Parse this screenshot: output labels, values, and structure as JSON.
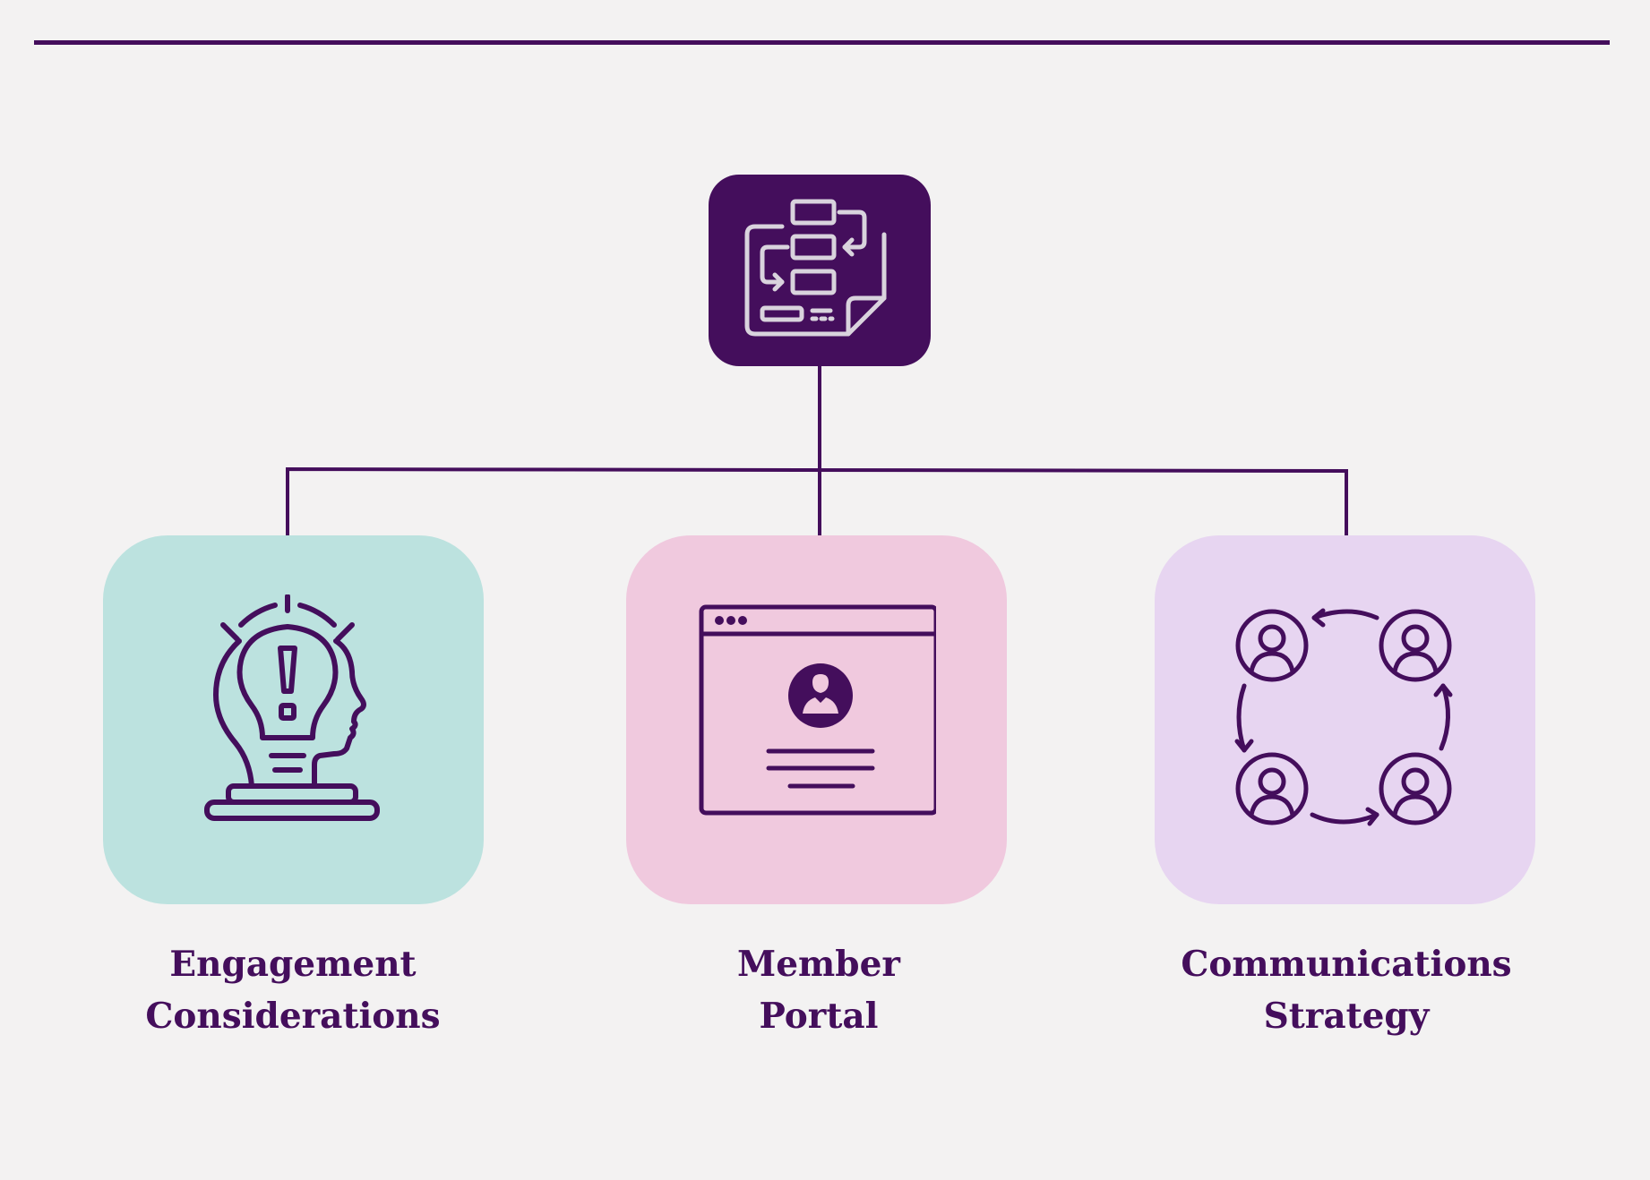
{
  "colors": {
    "background": "#f3f2f2",
    "primary": "#440e5c",
    "icon_on_primary": "#d9d3dd",
    "card_teal": "#bce2df",
    "card_pink": "#f0c9de",
    "card_lavender": "#e7d5f1"
  },
  "root": {
    "icon": "flowchart-document-icon"
  },
  "nodes": [
    {
      "icon": "lightbulb-head-icon",
      "label_line1": "Engagement",
      "label_line2": "Considerations"
    },
    {
      "icon": "profile-window-icon",
      "label_line1": "Member",
      "label_line2": "Portal"
    },
    {
      "icon": "people-network-cycle-icon",
      "label_line1": "Communications",
      "label_line2": "Strategy"
    }
  ]
}
